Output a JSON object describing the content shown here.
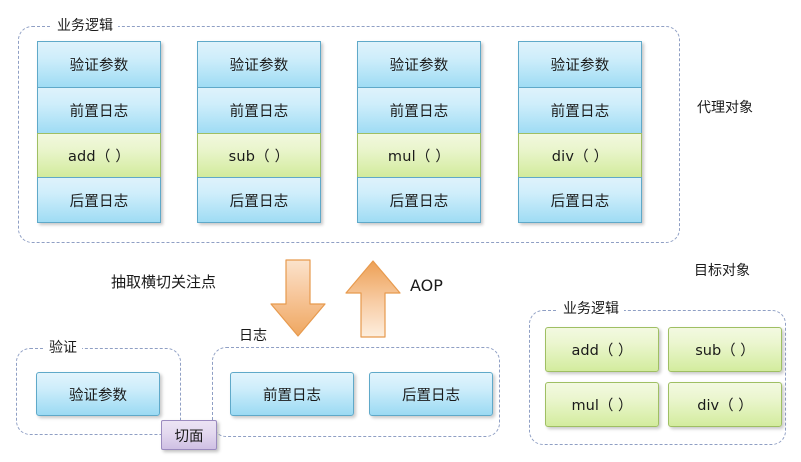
{
  "diagram": {
    "title_proxy_object": "代理对象",
    "title_target_object": "目标对象",
    "aop_label": "AOP",
    "extract_label": "抽取横切关注点",
    "aspect_badge": "切面",
    "group_business_logic": "业务逻辑",
    "group_validate": "验证",
    "group_log": "日志"
  },
  "proxy_cards": [
    {
      "validate": "验证参数",
      "before_log": "前置日志",
      "method": "add（ ）",
      "after_log": "后置日志"
    },
    {
      "validate": "验证参数",
      "before_log": "前置日志",
      "method": "sub（ ）",
      "after_log": "后置日志"
    },
    {
      "validate": "验证参数",
      "before_log": "前置日志",
      "method": "mul（ ）",
      "after_log": "后置日志"
    },
    {
      "validate": "验证参数",
      "before_log": "前置日志",
      "method": "div（ ）",
      "after_log": "后置日志"
    }
  ],
  "validate_group": {
    "items": [
      "验证参数"
    ]
  },
  "log_group": {
    "items": [
      "前置日志",
      "后置日志"
    ]
  },
  "target_group": {
    "items": [
      "add（ ）",
      "sub（ ）",
      "mul（ ）",
      "div（ ）"
    ]
  },
  "colors": {
    "blue_fill": "#9fdcf4",
    "blue_border": "#5fa9c9",
    "green_fill": "#d2eb9c",
    "green_border": "#9fbf63",
    "orange_arrow": "#f3b375",
    "orange_arrow_border": "#e08a3c",
    "purple_badge": "#cfc0e4",
    "dashed_border": "#8f9fc4",
    "text": "#1a1a1a"
  }
}
